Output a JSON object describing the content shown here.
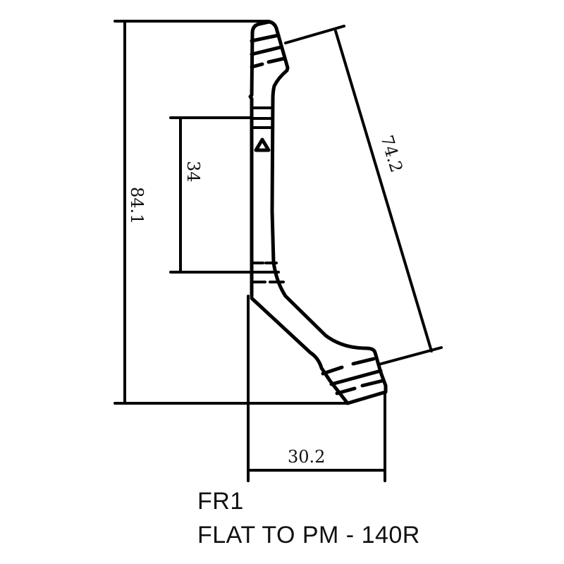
{
  "drawing": {
    "title": "FR1",
    "subtitle": "FLAT TO PM - 140R",
    "line_color": "#000000",
    "background_color": "#ffffff",
    "dimensions": {
      "overall_height": "84.1",
      "mount_spacing": "34",
      "diagonal_length": "74.2",
      "offset_width": "30.2"
    },
    "symbols": {
      "direction_marker": "triangle-icon"
    }
  }
}
